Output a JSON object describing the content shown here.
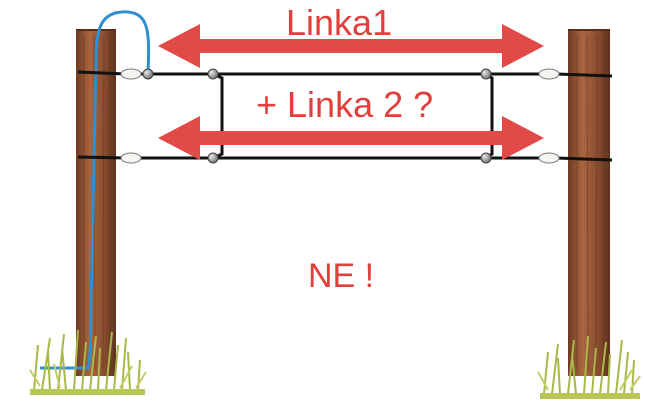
{
  "labels": {
    "line1": "Linka1",
    "line2": "+ Linka 2 ?",
    "verdict": "NE !"
  },
  "icons": {
    "left_post": "wooden-post-icon",
    "right_post": "wooden-post-icon",
    "cable": "electric-cable-icon",
    "insulator": "insulator-icon",
    "connector": "wire-connector-icon",
    "arrow": "double-arrow-icon",
    "grass": "grass-icon"
  },
  "colors": {
    "label": "#e0403c",
    "arrow": "#e24a47",
    "cable": "#2f8fd0",
    "wire": "#111111",
    "post": "#9a5a3a",
    "grass": "#a8b84a"
  }
}
